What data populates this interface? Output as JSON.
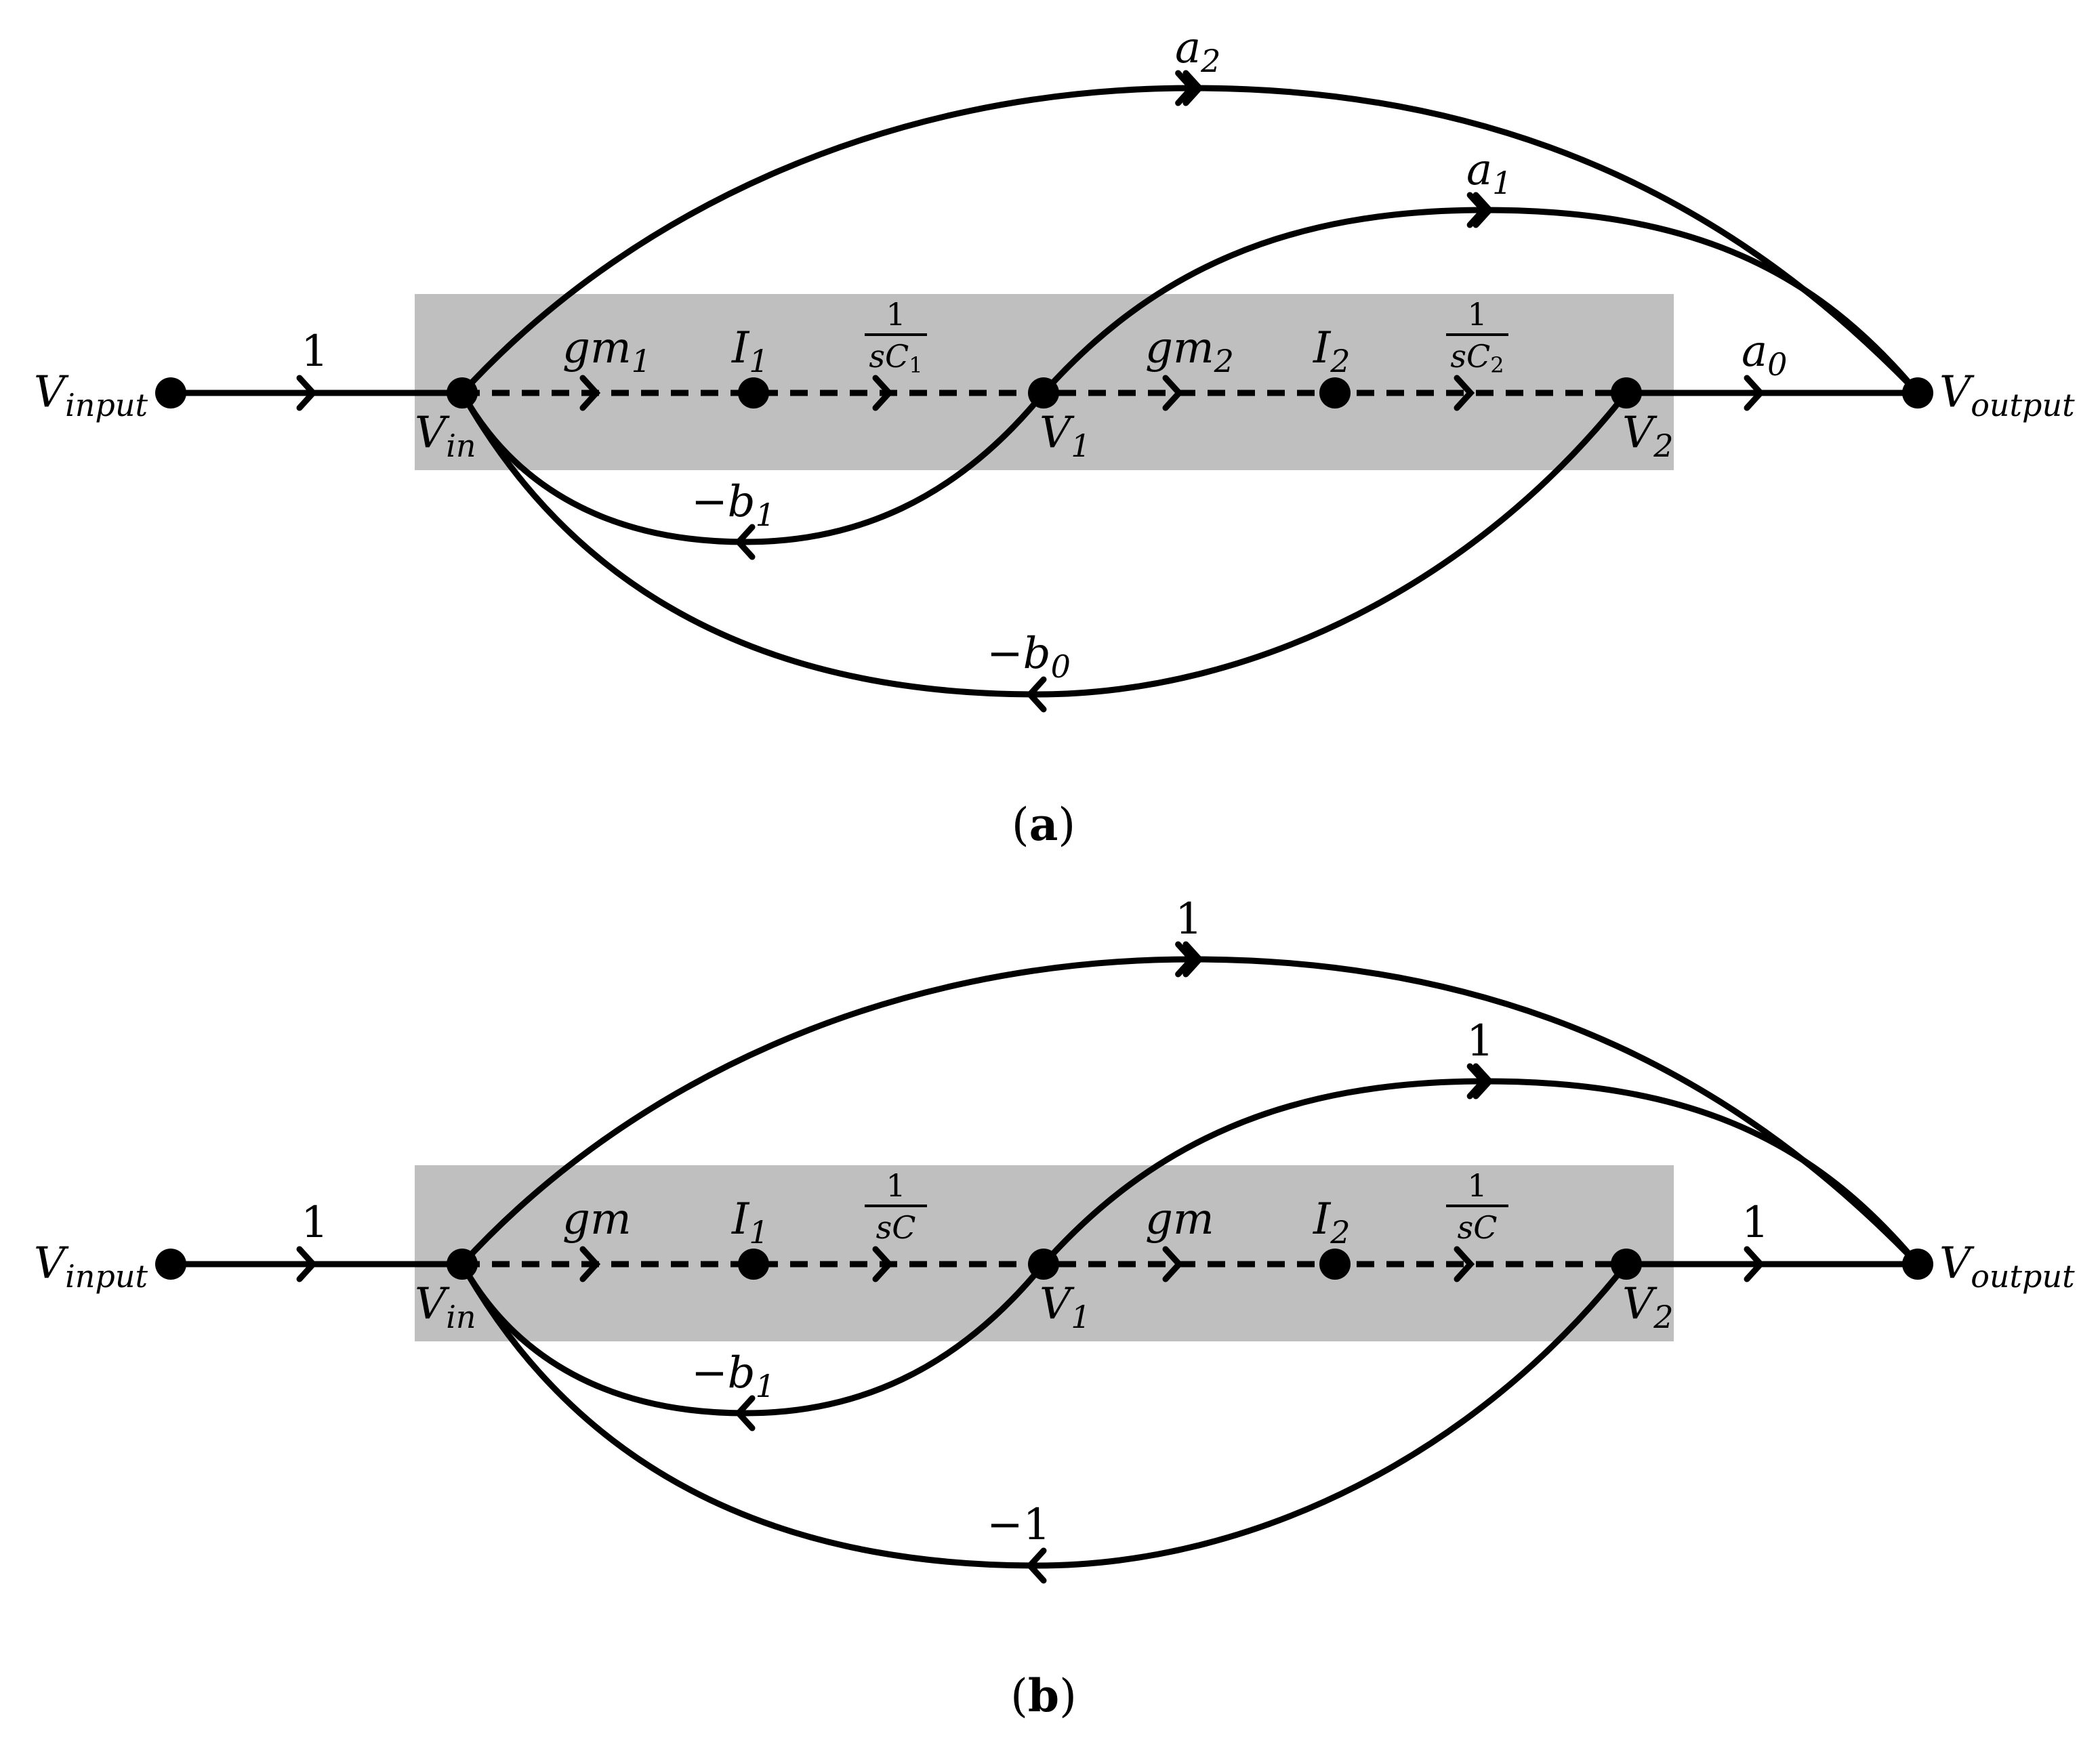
{
  "panels": [
    {
      "id": "a",
      "caption_letter": "a",
      "input_label": {
        "base": "V",
        "sub": "input"
      },
      "output_label": {
        "base": "V",
        "sub": "output"
      },
      "vin_label": {
        "base": "V",
        "sub": "in"
      },
      "v1_label": {
        "base": "V",
        "sub": "1"
      },
      "v2_label": {
        "base": "V",
        "sub": "2"
      },
      "i1_label": {
        "base": "I",
        "sub": "1"
      },
      "i2_label": {
        "base": "I",
        "sub": "2"
      },
      "input_gain": "1",
      "gm1": {
        "base": "gm",
        "sub": "1"
      },
      "gm2": {
        "base": "gm",
        "sub": "2"
      },
      "cap1": {
        "num": "1",
        "den": "sC",
        "sub": "1"
      },
      "cap2": {
        "num": "1",
        "den": "sC",
        "sub": "2"
      },
      "out_gain": {
        "base": "a",
        "sub": "0"
      },
      "a1": {
        "base": "a",
        "sub": "1"
      },
      "a2": {
        "base": "a",
        "sub": "2"
      },
      "fb1": {
        "base": "−b",
        "sub": "1"
      },
      "fb0": {
        "base": "−b",
        "sub": "0"
      }
    },
    {
      "id": "b",
      "caption_letter": "b",
      "input_label": {
        "base": "V",
        "sub": "input"
      },
      "output_label": {
        "base": "V",
        "sub": "output"
      },
      "vin_label": {
        "base": "V",
        "sub": "in"
      },
      "v1_label": {
        "base": "V",
        "sub": "1"
      },
      "v2_label": {
        "base": "V",
        "sub": "2"
      },
      "i1_label": {
        "base": "I",
        "sub": "1"
      },
      "i2_label": {
        "base": "I",
        "sub": "2"
      },
      "input_gain": "1",
      "gm1": {
        "base": "gm",
        "sub": ""
      },
      "gm2": {
        "base": "gm",
        "sub": ""
      },
      "cap1": {
        "num": "1",
        "den": "sC",
        "sub": ""
      },
      "cap2": {
        "num": "1",
        "den": "sC",
        "sub": ""
      },
      "out_gain": {
        "base": "1",
        "sub": ""
      },
      "a1": {
        "base": "1",
        "sub": ""
      },
      "a2": {
        "base": "1",
        "sub": ""
      },
      "fb1": {
        "base": "−b",
        "sub": "1"
      },
      "fb0": {
        "base": "−1",
        "sub": ""
      }
    }
  ]
}
